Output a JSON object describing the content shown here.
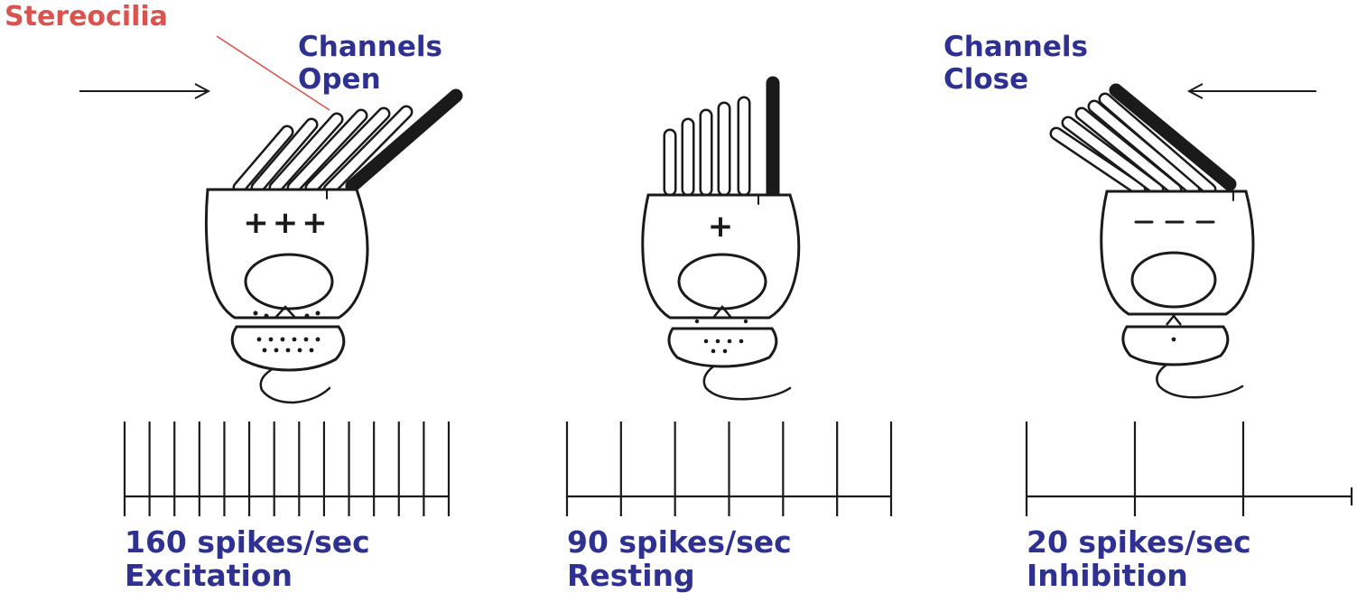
{
  "labels": {
    "stereocilia": "Stereocilia",
    "open_line1": "Channels",
    "open_line2": "Open",
    "close_line1": "Channels",
    "close_line2": "Close"
  },
  "panels": [
    {
      "id": "excitation",
      "spikes": 160,
      "rate_label": "160 spikes/sec",
      "state_label": "Excitation",
      "charge_symbols": "+++",
      "spike_count": 14
    },
    {
      "id": "resting",
      "spikes": 90,
      "rate_label": "90 spikes/sec",
      "state_label": "Resting",
      "charge_symbols": "+",
      "spike_count": 7
    },
    {
      "id": "inhibition",
      "spikes": 20,
      "rate_label": "20 spikes/sec",
      "state_label": "Inhibition",
      "charge_symbols": "---",
      "spike_count": 3
    }
  ],
  "colors": {
    "label_red": "#d9534f",
    "label_blue": "#2e3192",
    "ink": "#1a1a1a"
  }
}
